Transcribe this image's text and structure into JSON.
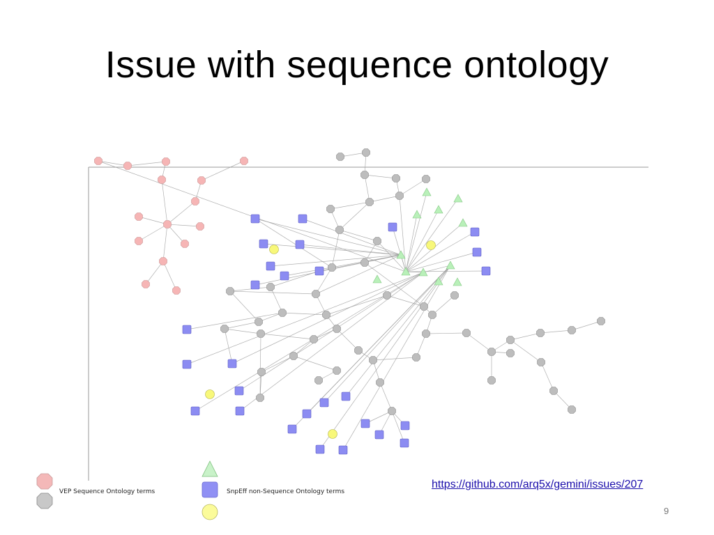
{
  "slide": {
    "title": "Issue with sequence ontology",
    "link_text": "https://github.com/arq5x/gemini/issues/207",
    "slide_number": "9"
  },
  "legend": {
    "vep_label": "VEP Sequence Ontology terms",
    "snpeff_label": "SnpEff non-Sequence Ontology terms",
    "colors": {
      "vep_pink": "#f4b8b8",
      "vep_gray": "#c8c8c8",
      "snpeff_green": "#c9f2c9",
      "snpeff_blue": "#9090f4",
      "yellow": "#fbfb9a"
    }
  },
  "graph": {
    "colors": {
      "pink": "#f6b5b5",
      "gray": "#bdbdbd",
      "blue": "#8c8cf2",
      "green": "#b9f0b9",
      "yellow": "#f8f87a",
      "edge": "#9a9a9a"
    }
  }
}
